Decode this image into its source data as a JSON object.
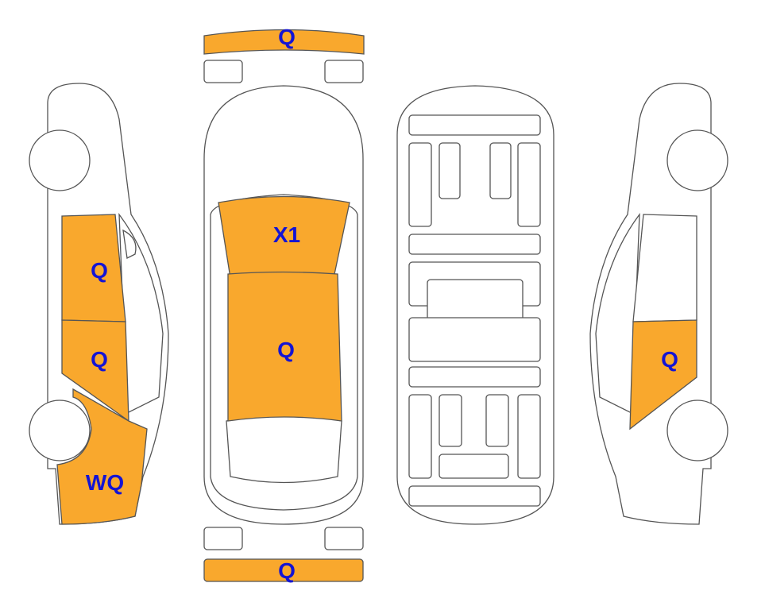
{
  "colors": {
    "damaged": "#F9A82D",
    "label": "#1414D4",
    "outline": "#555555"
  },
  "labels": {
    "front_bumper": "Q",
    "windshield": "X1",
    "roof": "Q",
    "left_front_door": "Q",
    "left_rear_door": "Q",
    "left_rear_quarter": "WQ",
    "right_rear_door": "Q",
    "rear_bumper": "Q"
  }
}
